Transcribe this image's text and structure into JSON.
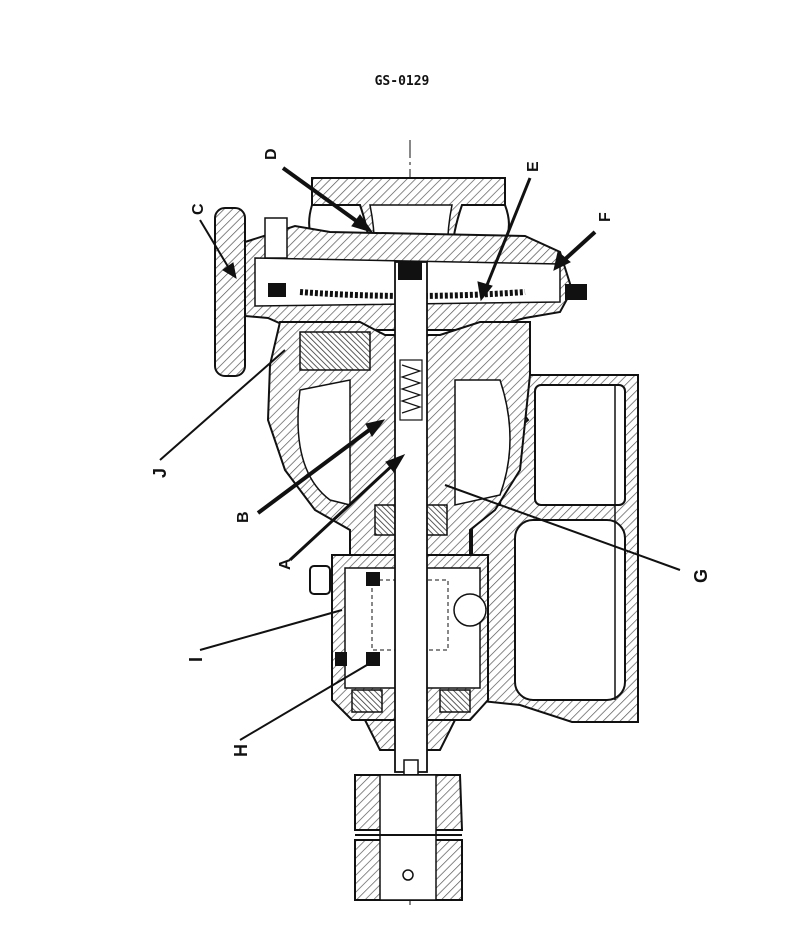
{
  "document": {
    "code": "GS-0129"
  },
  "colors": {
    "ink": "#111111",
    "hatch": "#555555",
    "paper": "#ffffff"
  },
  "callouts": {
    "A": "A",
    "B": "B",
    "C": "C",
    "D": "D",
    "E": "E",
    "F": "F",
    "G": "G",
    "H": "H",
    "I": "I",
    "J": "J"
  }
}
